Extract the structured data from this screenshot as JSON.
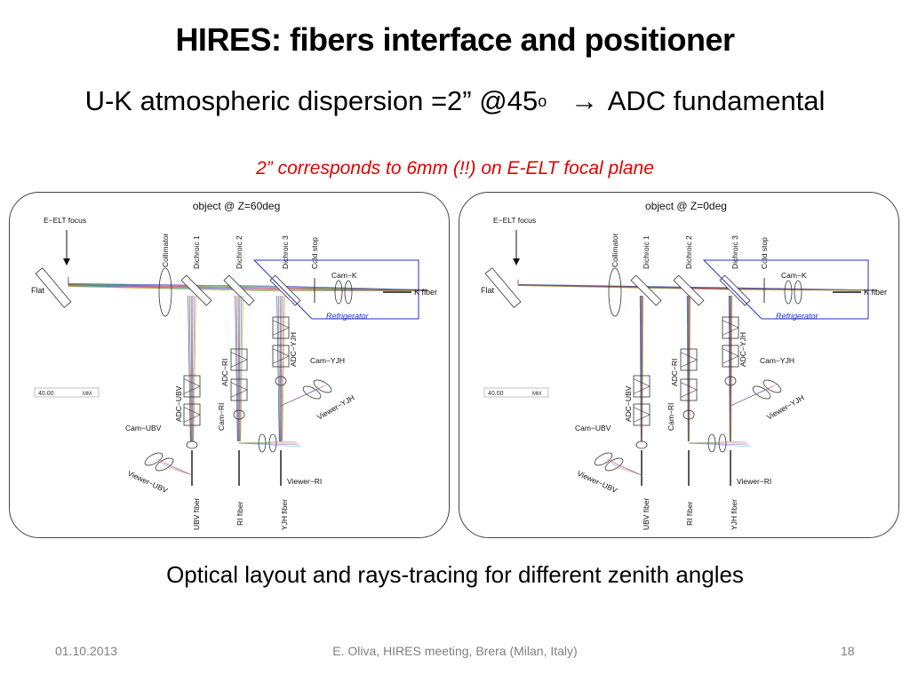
{
  "slide": {
    "title": "HIRES: fibers interface and positioner",
    "subtitle_main": "U-K atmospheric dispersion =2” @45",
    "subtitle_sup": "o",
    "subtitle_arrow": "→",
    "subtitle_tail": "ADC fundamental",
    "note": "2”  corresponds to 6mm (!!) on E-ELT focal plane",
    "caption": "Optical layout and rays-tracing for different zenith angles"
  },
  "diagrams": [
    {
      "header": "object @ Z=60deg",
      "dispersed": true
    },
    {
      "header": "object @ Z=0deg",
      "dispersed": false
    }
  ],
  "labels": {
    "eelt_focus": "E−ELT focus",
    "flat": "Flat",
    "collimator": "Collimator",
    "dichroic1": "Dichroic 1",
    "dichroic2": "Dichroic 2",
    "dichroic3": "Dichroic 3",
    "cold_stop": "Cold stop",
    "cam_k": "Cam−K",
    "k_fiber": "K fiber",
    "refrigerator": "Refrigerator",
    "adc_yjh": "ADC−YJH",
    "cam_yjh": "Cam−YJH",
    "viewer_yjh": "Viewer−YJH",
    "adc_ri": "ADC−RI",
    "cam_ri": "Cam−RI",
    "viewer_ri": "Viewer−RI",
    "adc_ubv": "ADC−UBV",
    "cam_ubv": "Cam−UBV",
    "viewer_ubv": "Viewer−UBV",
    "ubv_fiber": "UBV fiber",
    "ri_fiber": "RI fiber",
    "yjh_fiber": "YJH fiber",
    "scale": "40.00",
    "scale_unit": "MM"
  },
  "footer": {
    "date": "01.10.2013",
    "center": "E. Oliva, HIRES  meeting, Brera (Milan, Italy)",
    "page": "18"
  },
  "colors": {
    "note": "#e00000",
    "refrigerator": "#2233cc",
    "rays": [
      "#2a2ad0",
      "#1f9a3a",
      "#c02020",
      "#8a2bb8",
      "#20a0a0",
      "#d08a10"
    ]
  }
}
